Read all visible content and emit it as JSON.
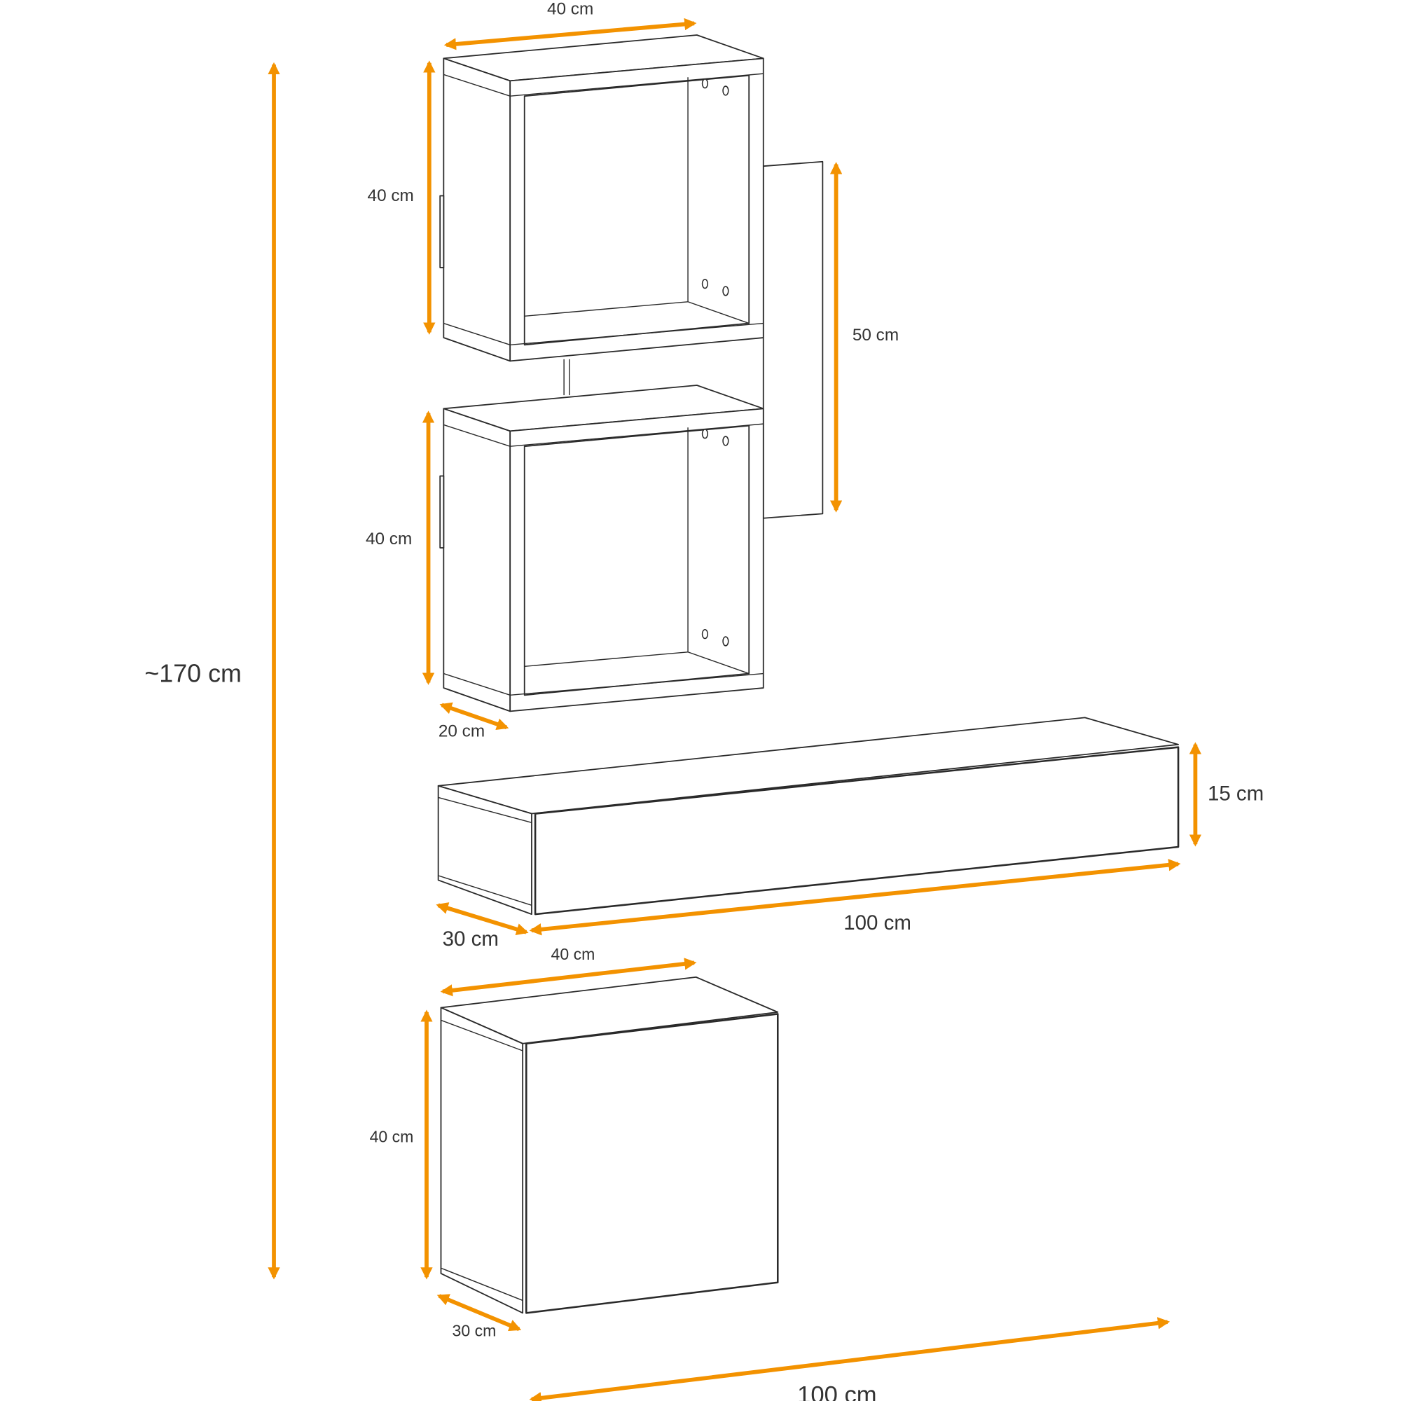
{
  "title": "Furniture set dimension drawing",
  "accent_color": "#F39200",
  "labels": {
    "total_height": "~170 cm",
    "cube_top_width": "40 cm",
    "cube_top_height": "40 cm",
    "wall_panel_height": "50 cm",
    "cube_bottom_height": "40 cm",
    "cube_depth": "20 cm",
    "shelf_height": "15 cm",
    "shelf_width": "100 cm",
    "shelf_depth": "30 cm",
    "cabinet_width": "40 cm",
    "cabinet_height": "40 cm",
    "cabinet_depth": "30 cm",
    "overall_width": "100 cm"
  }
}
